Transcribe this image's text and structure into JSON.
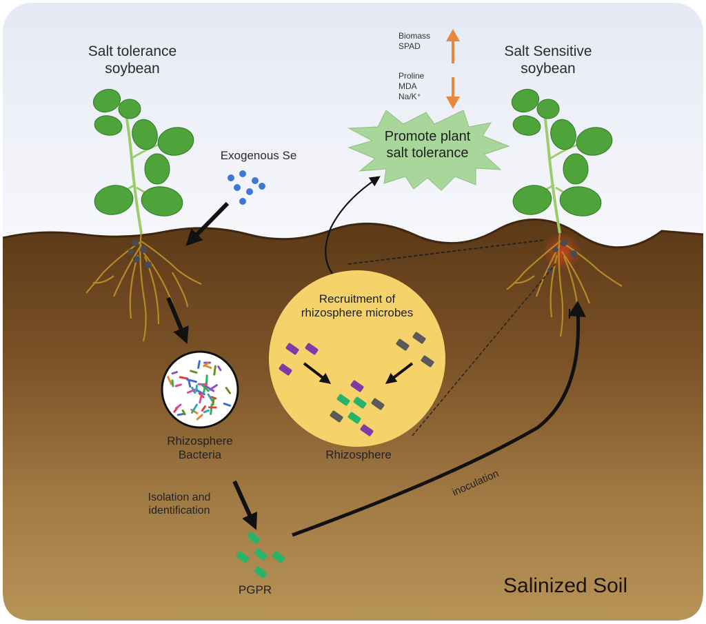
{
  "labels": {
    "tolerant_plant": "Salt tolerance\nsoybean",
    "sensitive_plant": "Salt Sensitive\nsoybean",
    "exogenous": "Exogenous Se",
    "promote": "Promote plant\nsalt tolerance",
    "up_indicators": "Biomass\nSPAD",
    "down_indicators": "Proline\nMDA\nNa/K⁺",
    "recruitment": "Recruitment of\nrhizosphere microbes",
    "rhizosphere": "Rhizosphere",
    "rhizo_bacteria": "Rhizosphere\nBacteria",
    "isolation": "Isolation and\nidentification",
    "pgpr": "PGPR",
    "inoculation": "inoculation",
    "soil": "Salinized Soil"
  },
  "colors": {
    "sky_top": "#e9ecf4",
    "sky_bottom": "#f7f9fc",
    "soil_top": "#5d3918",
    "soil_bottom": "#b28c52",
    "leaf": "#4fa33a",
    "selenium_dot": "#3e78d6",
    "microbe_purple": "#7d3aa8",
    "microbe_green": "#27b36a",
    "microbe_gray": "#5a5a5a",
    "orange_arrow": "#e9873a",
    "starburst": "#a9d69a",
    "circle_fill": "#f5d36a"
  },
  "icons": {
    "up_arrow": "arrow-up-icon",
    "down_arrow": "arrow-down-icon"
  }
}
